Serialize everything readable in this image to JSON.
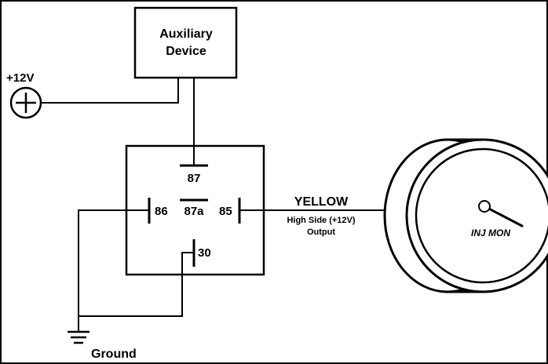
{
  "device": {
    "line1": "Auxiliary",
    "line2": "Device"
  },
  "power": {
    "label": "+12V"
  },
  "relay": {
    "pin_87": "87",
    "pin_86": "86",
    "pin_87a": "87a",
    "pin_85": "85",
    "pin_30": "30"
  },
  "wire": {
    "color_label": "YELLOW",
    "desc_line1": "High Side (+12V)",
    "desc_line2": "Output"
  },
  "gauge": {
    "label": "INJ MON"
  },
  "ground": {
    "label": "Ground"
  }
}
